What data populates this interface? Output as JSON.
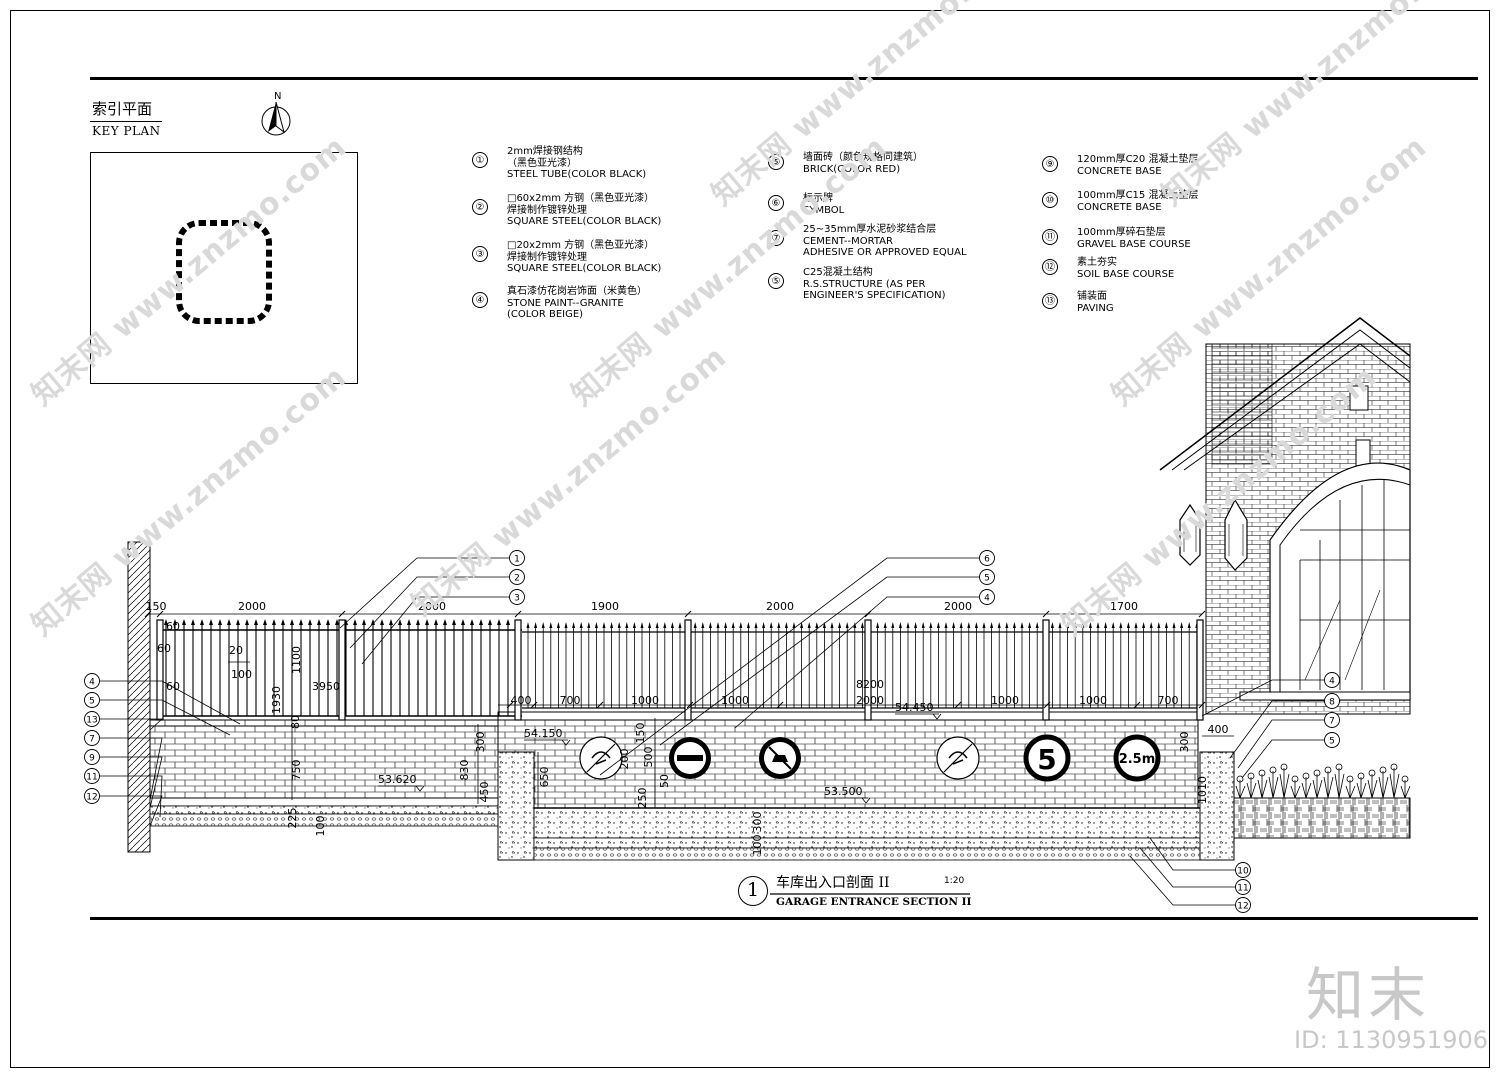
{
  "key_plan": {
    "title_cn": "索引平面",
    "title_en": "KEY PLAN",
    "north": "N"
  },
  "legend": [
    {
      "num": "①",
      "lines": [
        "2mm焊接钢结构",
        "（黑色亚光漆）",
        "STEEL TUBE(COLOR BLACK)"
      ]
    },
    {
      "num": "②",
      "lines": [
        "□60x2mm 方钢（黑色亚光漆）",
        "焊接制作镀锌处理",
        "SQUARE STEEL(COLOR BLACK)"
      ]
    },
    {
      "num": "③",
      "lines": [
        "□20x2mm 方钢（黑色亚光漆）",
        "焊接制作镀锌处理",
        "SQUARE STEEL(COLOR BLACK)"
      ]
    },
    {
      "num": "④",
      "lines": [
        "真石漆仿花岗岩饰面（米黄色）",
        "STONE PAINT--GRANITE",
        "(COLOR BEIGE)"
      ]
    },
    {
      "num": "⑤",
      "lines": [
        "墙面砖（颜色规格同建筑）",
        "BRICK(COLOR RED)"
      ]
    },
    {
      "num": "⑥",
      "lines": [
        "标示牌",
        "SYMBOL"
      ]
    },
    {
      "num": "⑦",
      "lines": [
        "25~35mm厚水泥砂浆结合层",
        "CEMENT--MORTAR",
        "ADHESIVE OR APPROVED EQUAL"
      ]
    },
    {
      "num": "⑤",
      "lines": [
        "C25混凝土结构",
        "R.S.STRUCTURE (AS PER",
        "ENGINEER'S SPECIFICATION)"
      ]
    },
    {
      "num": "⑨",
      "lines": [
        "120mm厚C20 混凝土垫层",
        "CONCRETE BASE"
      ]
    },
    {
      "num": "⑩",
      "lines": [
        "100mm厚C15 混凝土垫层",
        "CONCRETE BASE"
      ]
    },
    {
      "num": "⑪",
      "lines": [
        "100mm厚碎石垫层",
        "GRAVEL BASE COURSE"
      ]
    },
    {
      "num": "⑫",
      "lines": [
        "素土夯实",
        "SOIL BASE COURSE"
      ]
    },
    {
      "num": "⑬",
      "lines": [
        "铺装面",
        "PAVING"
      ]
    }
  ],
  "dimensions": {
    "top": [
      "150",
      "2000",
      "2000",
      "1900",
      "2000",
      "2000",
      "1700"
    ],
    "mid": [
      "400",
      "700",
      "1000",
      "1000",
      "8200",
      "2000",
      "1000",
      "1000",
      "700"
    ],
    "left": [
      "60",
      "20",
      "100",
      "60",
      "1100",
      "3950",
      "1930",
      "80",
      "60",
      "750",
      "830",
      "300",
      "450",
      "100",
      "225"
    ],
    "center": [
      "650",
      "500",
      "250",
      "150",
      "50",
      "200",
      "100",
      "300"
    ],
    "right": [
      "400",
      "300",
      "1010"
    ],
    "levels": [
      "54.150",
      "54.450",
      "53.620",
      "53.500"
    ]
  },
  "callouts": {
    "top": [
      "1",
      "2",
      "3",
      "6",
      "5",
      "4"
    ],
    "left": [
      "4",
      "5",
      "13",
      "7",
      "9",
      "11",
      "12"
    ],
    "right": [
      "4",
      "8",
      "7",
      "5"
    ],
    "bottom": [
      "10",
      "11",
      "12"
    ]
  },
  "signs": [
    "no-horn-sign",
    "no-entry-sign",
    "no-parking-sign",
    "no-left-turn-sign",
    "speed-limit-sign",
    "height-limit-sign"
  ],
  "sign_text": {
    "speed": "5",
    "height": "2.5m"
  },
  "section_title": {
    "num": "1",
    "cn": "车库出入口剖面 II",
    "scale": "1:20",
    "en": "GARAGE ENTRANCE SECTION II"
  },
  "watermark": {
    "text": "www.znzmo.com",
    "cn": "知末网"
  },
  "brand": "知末",
  "doc_id": "ID: 1130951906"
}
